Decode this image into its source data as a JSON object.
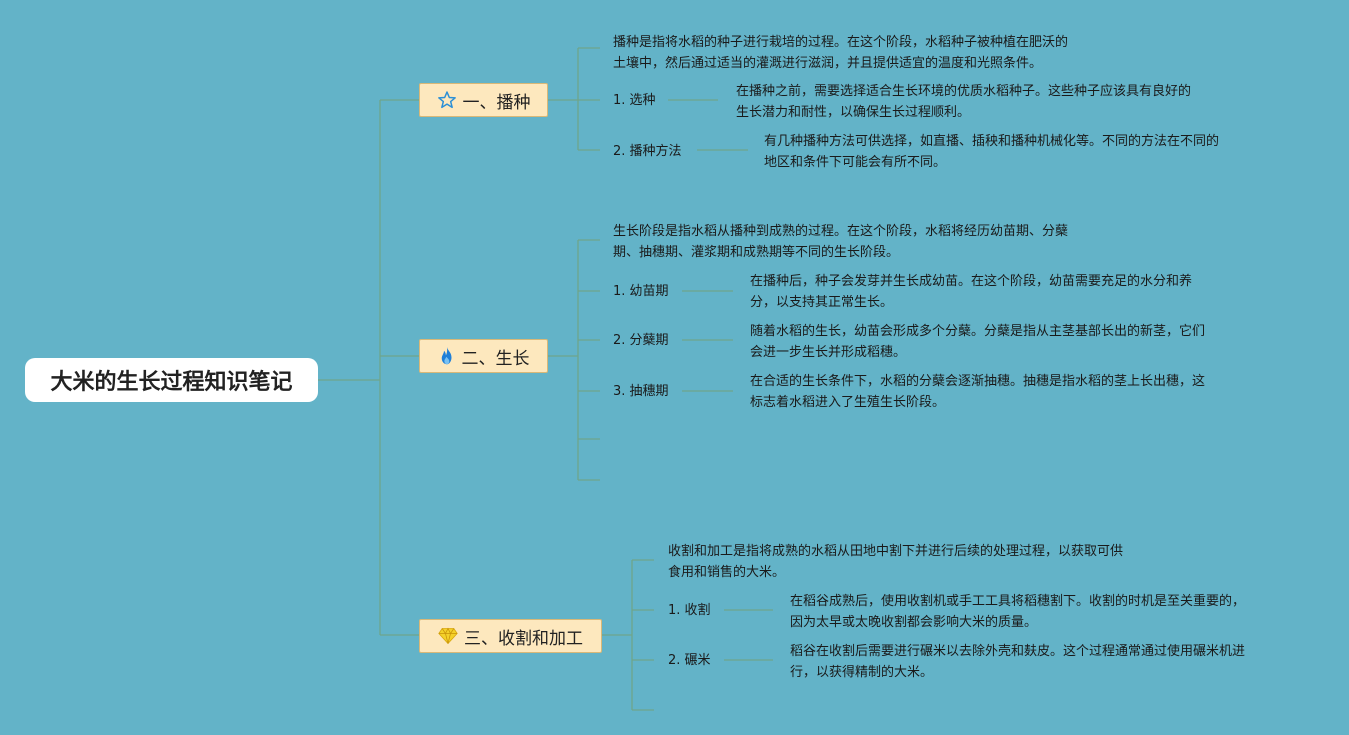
{
  "title": "大米的生长过程知识笔记",
  "colors": {
    "background": "#63b3c8",
    "connector": "#6fa58a",
    "branch_fill": "#fde8be"
  },
  "branches": [
    {
      "label": "一、播种",
      "icon": "star-icon",
      "intro": [
        "播种是指将水稻的种子进行栽培的过程。在这个阶段，水稻种子被种植在肥沃的",
        "土壤中，然后通过适当的灌溉进行滋润，并且提供适宜的温度和光照条件。"
      ],
      "items": [
        {
          "label": "1. 选种",
          "text": [
            "在播种之前，需要选择适合生长环境的优质水稻种子。这些种子应该具有良好的",
            "生长潜力和耐性，以确保生长过程顺利。"
          ]
        },
        {
          "label": "2. 播种方法",
          "text": [
            "有几种播种方法可供选择，如直播、插秧和播种机械化等。不同的方法在不同的",
            "地区和条件下可能会有所不同。"
          ]
        }
      ]
    },
    {
      "label": "二、生长",
      "icon": "fire-icon",
      "intro": [
        "生长阶段是指水稻从播种到成熟的过程。在这个阶段，水稻将经历幼苗期、分蘖",
        "期、抽穗期、灌浆期和成熟期等不同的生长阶段。"
      ],
      "items": [
        {
          "label": "1. 幼苗期",
          "text": [
            "在播种后，种子会发芽并生长成幼苗。在这个阶段，幼苗需要充足的水分和养",
            "分，以支持其正常生长。"
          ]
        },
        {
          "label": "2. 分蘖期",
          "text": [
            "随着水稻的生长，幼苗会形成多个分蘖。分蘖是指从主茎基部长出的新茎，它们",
            "会进一步生长并形成稻穗。"
          ]
        },
        {
          "label": "3. 抽穗期",
          "text": [
            "在合适的生长条件下，水稻的分蘖会逐渐抽穗。抽穗是指水稻的茎上长出穗，这",
            "标志着水稻进入了生殖生长阶段。"
          ]
        }
      ]
    },
    {
      "label": "三、收割和加工",
      "icon": "diamond-icon",
      "intro": [
        "收割和加工是指将成熟的水稻从田地中割下并进行后续的处理过程，以获取可供",
        "食用和销售的大米。"
      ],
      "items": [
        {
          "label": "1. 收割",
          "text": [
            "在稻谷成熟后，使用收割机或手工工具将稻穗割下。收割的时机是至关重要的，",
            "因为太早或太晚收割都会影响大米的质量。"
          ]
        },
        {
          "label": "2. 碾米",
          "text": [
            "稻谷在收割后需要进行碾米以去除外壳和麸皮。这个过程通常通过使用碾米机进",
            "行，以获得精制的大米。"
          ]
        }
      ]
    }
  ]
}
